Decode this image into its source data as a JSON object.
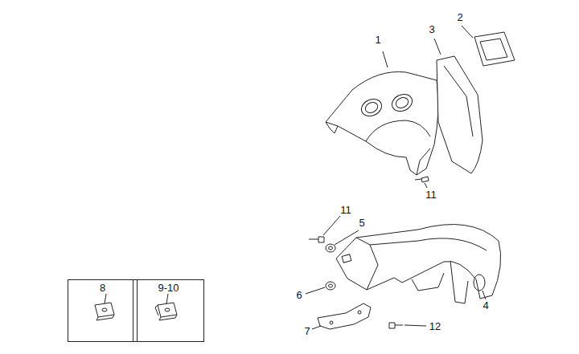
{
  "diagram": {
    "nodes": [
      {
        "text": [
          "8"
        ]
      },
      {
        "text": [
          "9-10"
        ]
      }
    ],
    "labels": [
      "1",
      "2",
      "3",
      "11",
      "11",
      "5",
      "6",
      "4",
      "7",
      "12"
    ]
  }
}
